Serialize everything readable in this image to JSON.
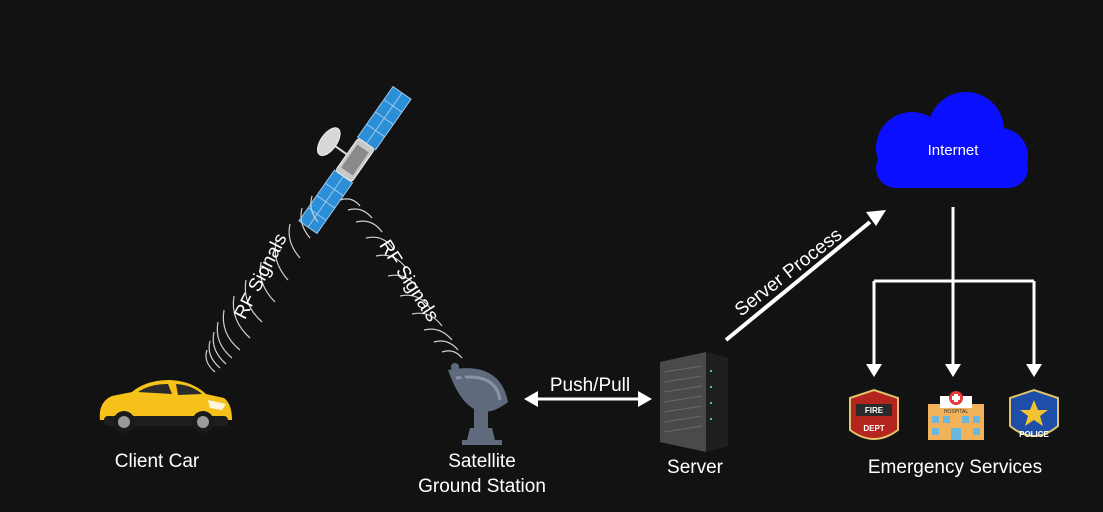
{
  "labels": {
    "client_car": "Client Car",
    "ground_station_line1": "Satellite",
    "ground_station_line2": "Ground Station",
    "server": "Server",
    "emergency_services": "Emergency Services",
    "internet": "Internet",
    "push_pull": "Push/Pull",
    "server_process": "Server Process",
    "rf_signals_left": "RF Signals",
    "rf_signals_right": "RF Signals"
  },
  "badges": {
    "fire_top": "FIRE",
    "fire_bottom": "DEPT",
    "hospital": "HOSPITAL",
    "police": "POLICE"
  },
  "colors": {
    "background": "#121212",
    "cloud": "#0a10ff",
    "car": "#f6c21a",
    "arrows": "#ffffff",
    "satellite_panel": "#2a8fd6",
    "station": "#5f6b7d"
  }
}
